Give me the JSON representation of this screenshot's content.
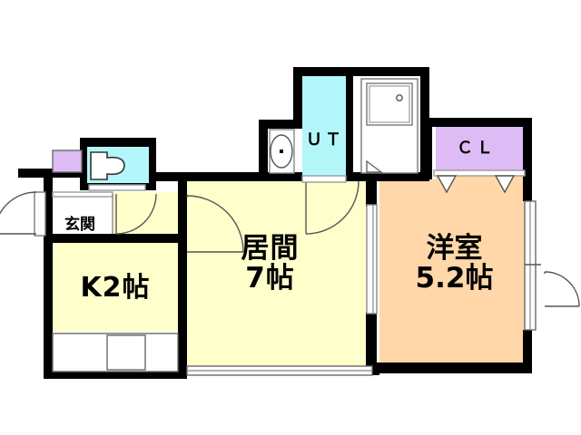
{
  "document": {
    "type": "floor-plan",
    "title": "Apartment Floor Plan",
    "background_color": "#ffffff",
    "wall_color": "#000000"
  },
  "rooms": {
    "kitchen": {
      "name_line1": "K2帖",
      "name_line2": "",
      "label": "K2帖",
      "fill_color": "#ffffcc"
    },
    "living": {
      "name_line1": "居間",
      "name_line2": "7帖",
      "label": "居間 7帖",
      "fill_color": "#ffffcc"
    },
    "bedroom": {
      "name_line1": "洋室",
      "name_line2": "5.2帖",
      "label": "洋室 5.2帖",
      "fill_color": "#ffd7a8"
    },
    "entrance": {
      "label": "玄関",
      "fill_color": "#ffffff"
    },
    "utility": {
      "label": "ＵＴ",
      "fill_color": "#b3f7fb"
    },
    "closet": {
      "label": "ＣＬ",
      "fill_color": "#ddbbf5"
    },
    "toilet": {
      "label": "",
      "fill_color": "#b3f7fb"
    },
    "bath": {
      "label": "",
      "fill_color": "#ffffff"
    }
  },
  "fixtures": {
    "toilet_bowl": "toilet-fixture",
    "washbasin": "washbasin-fixture",
    "bathtub": "bathtub-fixture",
    "sink_counter": "kitchen-sink-counter",
    "shoe_cabinet": "shoe-cabinet"
  },
  "openings": {
    "entrance_door": "entrance-door-swing",
    "genkan_inner_door": "genkan-inner-door-swing",
    "living_entry_door": "living-entry-door-swing",
    "ut_door": "ut-door-swing",
    "bedroom_balcony_door": "bedroom-balcony-door-swing",
    "living_sliding_door": "living-bedroom-sliding-door",
    "living_window": "living-south-window",
    "bedroom_window": "bedroom-east-window",
    "closet_doors": "closet-folding-doors"
  },
  "colors": {
    "wall": "#000000",
    "living_fill": "#ffffcc",
    "bedroom_fill": "#ffd7a8",
    "water_fill": "#b3f7fb",
    "closet_fill": "#ddbbf5",
    "white_fill": "#ffffff",
    "thin_line": "#808080"
  }
}
